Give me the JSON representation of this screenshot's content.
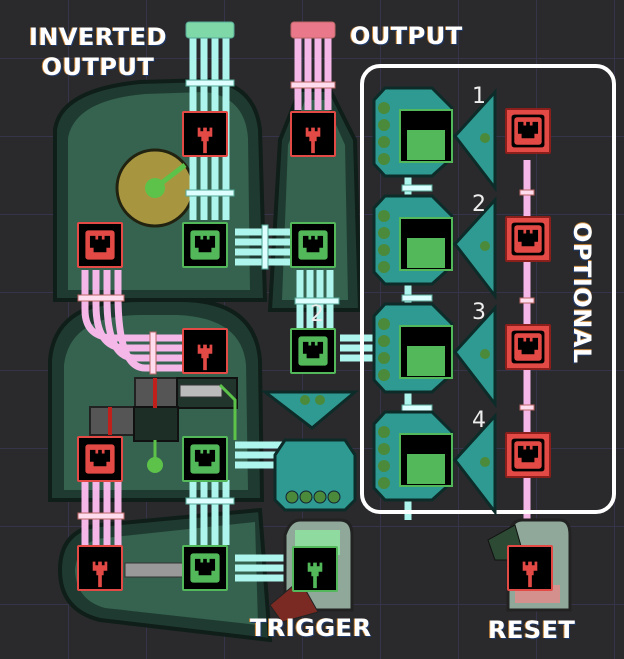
{
  "labels": {
    "inverted_output": "INVERTED\nOUTPUT",
    "inverted_output_line1": "INVERTED",
    "inverted_output_line2": "OUTPUT",
    "output": "OUTPUT",
    "optional": "OPTIONAL",
    "trigger": "TRIGGER",
    "reset": "RESET"
  },
  "channel_numbers": [
    "1",
    "2",
    "3",
    "4"
  ],
  "center_number": "2",
  "ports": {
    "inverted_output_plug": {
      "kind": "plug",
      "color": "red"
    },
    "output_plug": {
      "kind": "plug",
      "color": "red"
    },
    "left_socket": {
      "kind": "socket",
      "color": "red"
    },
    "inverter_socket": {
      "kind": "socket",
      "color": "green"
    },
    "center_socket_top": {
      "kind": "socket",
      "color": "green"
    },
    "center_socket_mid": {
      "kind": "socket",
      "color": "green"
    },
    "logic_plug": {
      "kind": "plug",
      "color": "red"
    },
    "bottom_left_socket": {
      "kind": "socket",
      "color": "red"
    },
    "bottom_mid_socket": {
      "kind": "socket",
      "color": "green"
    },
    "bottom_plug_left": {
      "kind": "plug",
      "color": "red"
    },
    "bottom_socket_right": {
      "kind": "socket",
      "color": "green"
    },
    "trigger_plug": {
      "kind": "plug",
      "color": "green"
    },
    "reset_plug": {
      "kind": "plug",
      "color": "red"
    },
    "optional_sockets": [
      {
        "channel": "1",
        "color": "red"
      },
      {
        "channel": "2",
        "color": "red"
      },
      {
        "channel": "3",
        "color": "red"
      },
      {
        "channel": "4",
        "color": "red"
      }
    ]
  },
  "colors": {
    "background": "#2a2a2c",
    "grid": "#3a3848",
    "machine_green": "#2f5c4a",
    "teal_device": "#2f9a92",
    "port_red": "#e34a45",
    "port_green": "#52b85a",
    "wire_cyan": "#aef5ee",
    "wire_pink": "#f5b6e8",
    "optional_frame": "#ffffff"
  }
}
